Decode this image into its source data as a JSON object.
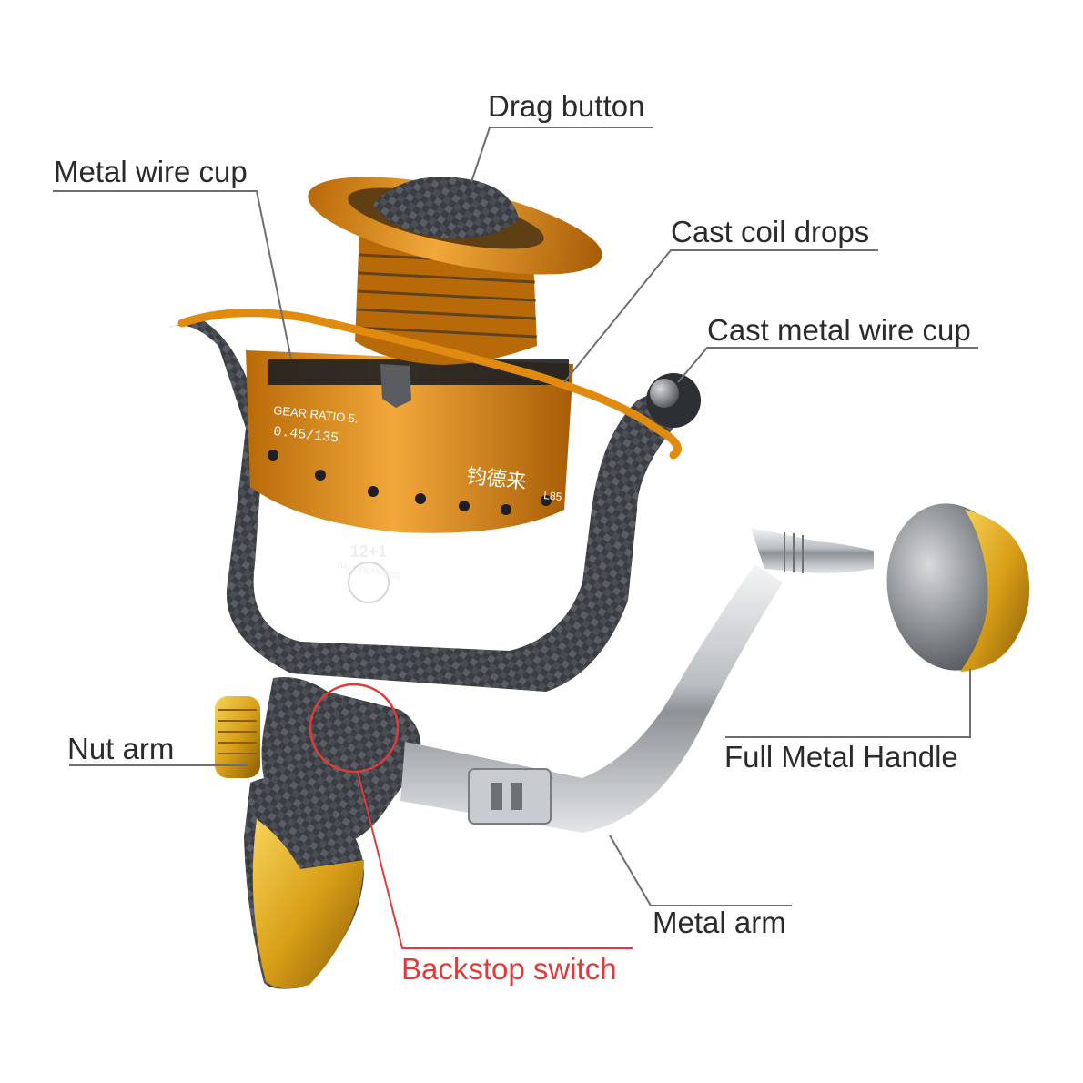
{
  "callouts": {
    "drag_button": "Drag button",
    "metal_wire_cup": "Metal wire cup",
    "cast_coil_drops": "Cast coil drops",
    "cast_metal_wire_cup": "Cast metal wire cup",
    "nut_arm": "Nut arm",
    "full_metal_handle": "Full Metal Handle",
    "metal_arm": "Metal arm",
    "backstop_switch": "Backstop switch"
  },
  "reel_markings": {
    "gear_ratio": "GEAR RATIO 5.",
    "line_spec": "0.45/135",
    "bearings_count": "12+1",
    "bearings_text": "BALL BEARINGS",
    "brand": "钧德来",
    "model": "L85"
  },
  "colors": {
    "label_text": "#2b2b2b",
    "leader_line": "#6e6e6e",
    "highlight_red": "#e03a3a",
    "spool_orange": "#e08a10",
    "knob_gold": "#e0a818",
    "body_dark": "#3a3d42",
    "chrome": "#c8ccd0"
  }
}
